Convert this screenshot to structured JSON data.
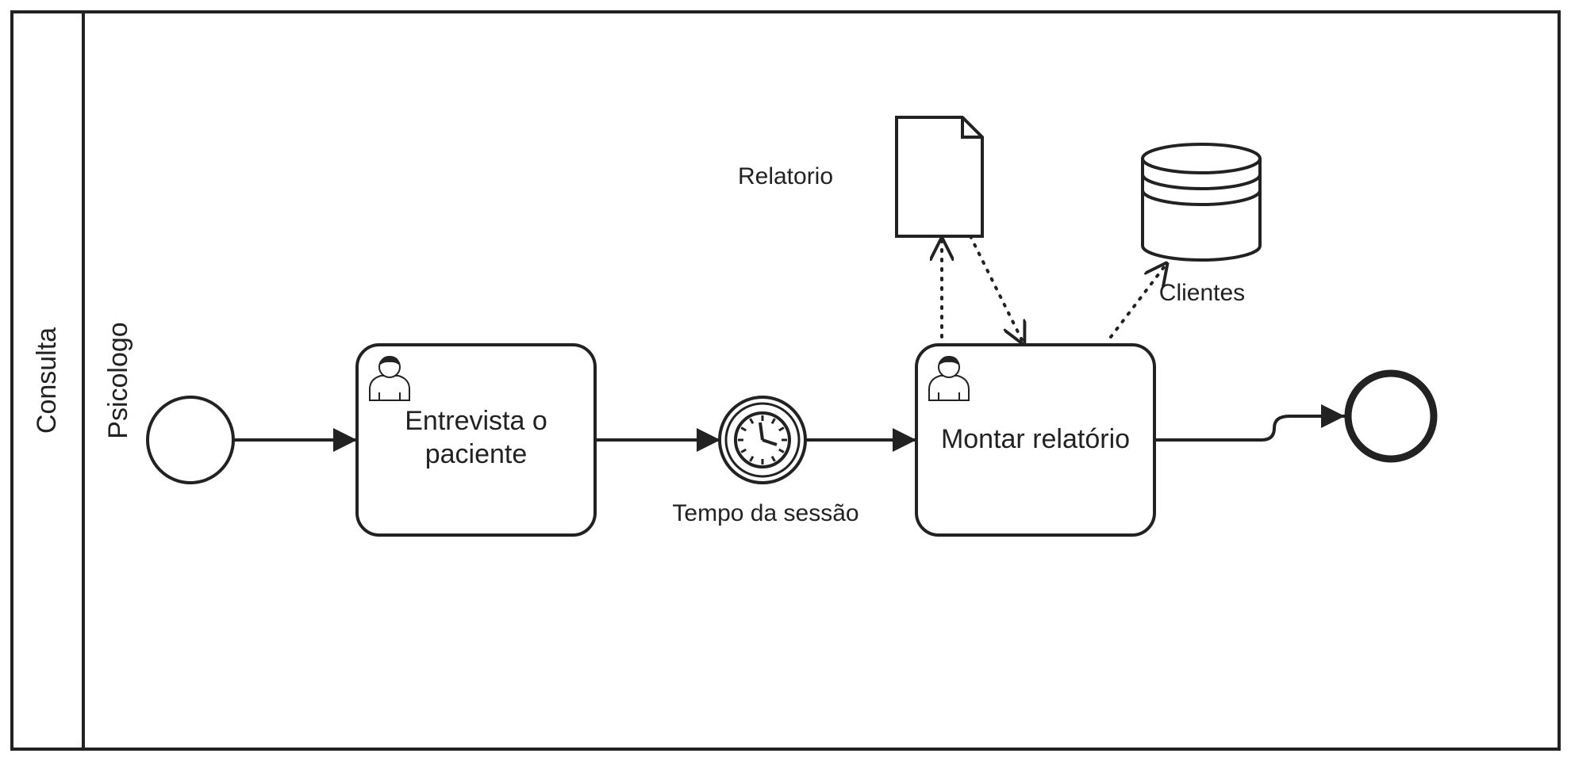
{
  "pool": {
    "label": "Consulta"
  },
  "lane": {
    "label": "Psicologo"
  },
  "tasks": [
    {
      "label": "Entrevista o paciente",
      "icon": "user-icon"
    },
    {
      "label": "Montar relatório",
      "icon": "user-icon"
    }
  ],
  "timer_event": {
    "label": "Tempo da sessão",
    "icon": "clock-icon"
  },
  "data_object": {
    "label": "Relatorio",
    "icon": "document-icon"
  },
  "data_store": {
    "label": "Clientes",
    "icon": "database-icon"
  },
  "colors": {
    "stroke": "#222222",
    "background": "#ffffff"
  }
}
